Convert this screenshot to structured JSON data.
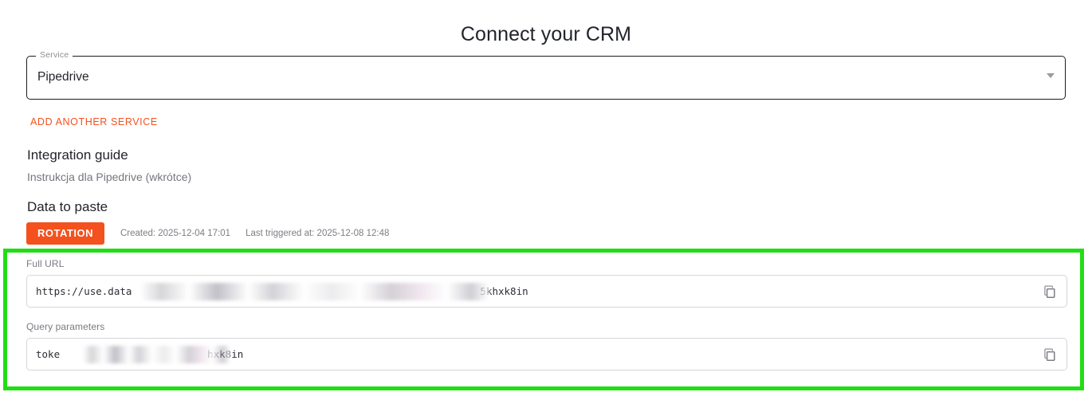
{
  "page": {
    "title": "Connect your CRM"
  },
  "service_select": {
    "label": "Service",
    "value": "Pipedrive",
    "arrow_icon": "chevron-down-icon"
  },
  "actions": {
    "add_another_service": "ADD ANOTHER SERVICE"
  },
  "integration": {
    "heading": "Integration guide",
    "description": "Instrukcja dla Pipedrive (wkrótce)"
  },
  "data_to_paste": {
    "heading": "Data to paste",
    "badge": "ROTATION",
    "created_label": "Created: 2025-12-04 17:01",
    "last_triggered_label": "Last triggered at: 2025-12-08 12:48",
    "fields": [
      {
        "label": "Full URL",
        "value_prefix": "https://use.data",
        "value_suffix": "5khxk8in",
        "copy_icon": "copy-icon"
      },
      {
        "label": "Query parameters",
        "value_prefix": "toke",
        "value_suffix": "hxk8in",
        "copy_icon": "copy-icon"
      }
    ]
  },
  "annotation": {
    "highlight_color": "#22dd16"
  },
  "colors": {
    "accent": "#f4511e",
    "text_primary": "#23232b",
    "text_muted": "#7a7a82",
    "border": "#d6d6dc"
  }
}
